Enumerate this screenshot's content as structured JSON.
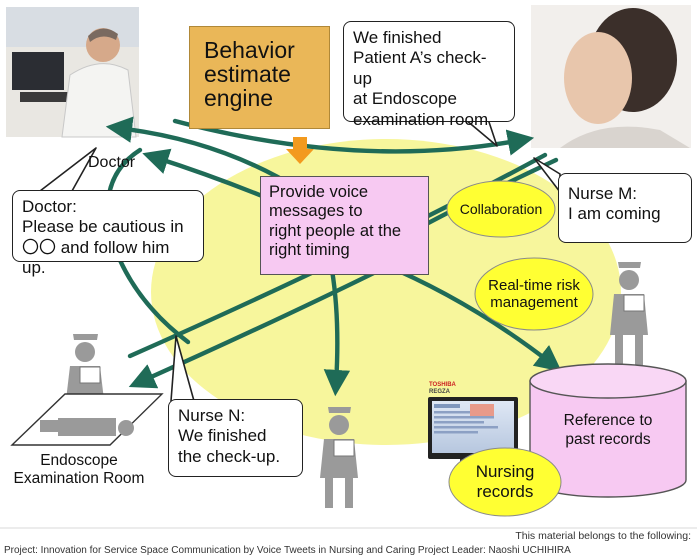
{
  "engine": {
    "lines": [
      "Behavior",
      "estimate",
      "engine"
    ]
  },
  "provide": {
    "lines": [
      "Provide voice",
      "messages to",
      "right people at the",
      "right timing"
    ]
  },
  "callouts": {
    "patient_a": [
      "We finished",
      "Patient A’s check-up",
      "at Endoscope",
      "examination room"
    ],
    "doctor": [
      "Doctor:",
      "Please be cautious in",
      "〇〇 and follow him up."
    ],
    "nurse_m": [
      "Nurse M:",
      "I am coming"
    ],
    "nurse_n": [
      "Nurse N:",
      "We finished",
      "the check-up."
    ]
  },
  "labels": {
    "doctor": "Doctor",
    "endoscope": [
      "Endoscope",
      "Examination Room"
    ]
  },
  "bubbles": {
    "collaboration": "Collaboration",
    "risk": [
      "Real-time risk",
      "management"
    ],
    "nursing": [
      "Nursing",
      "records"
    ]
  },
  "records": {
    "cylinder": [
      "Reference to",
      "past records"
    ]
  },
  "tv_brand": [
    "TOSHIBA",
    "REGZA"
  ],
  "footer": {
    "line1": "This material belongs to the following:",
    "line2": "Project: Innovation for Service Space Communication by Voice Tweets in Nursing and Caring  Project Leader: Naoshi UCHIHIRA"
  },
  "colors": {
    "ellipse": "#f7f69c",
    "arrow": "#1f6b57",
    "engine_box": "#eab758",
    "provide_box": "#f7c9f2",
    "bubble": "#ffff33",
    "cylinder": "#f7c9f2",
    "figure": "#9a9a9a"
  }
}
